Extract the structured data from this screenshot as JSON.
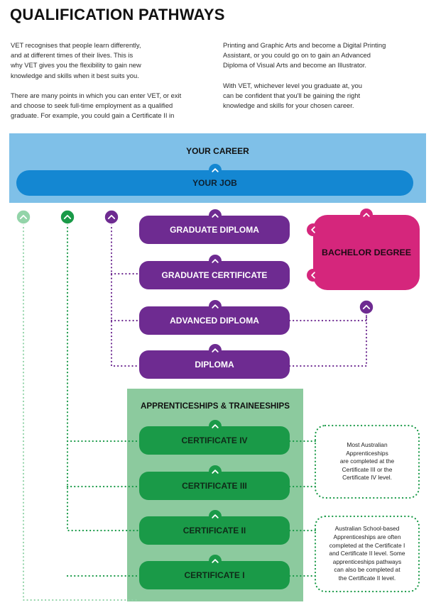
{
  "title": "QUALIFICATION PATHWAYS",
  "intro": {
    "left": [
      "VET recognises that people learn differently,",
      "and at different times of their lives. This is",
      "why VET gives you the flexibility to gain new",
      "knowledge and skills when it best suits you.",
      "",
      "There are many points in which you can enter VET, or exit",
      "and choose to seek full-time employment as a qualified",
      "graduate. For example, you could gain a Certificate II in"
    ],
    "right": [
      "Printing and Graphic Arts and become a Digital Printing",
      "Assistant, or you could go on to gain an Advanced",
      "Diploma of Visual Arts and become an Illustrator.",
      "",
      "With VET, whichever level you graduate at, you",
      "can be confident that you'll be gaining the right",
      "knowledge and skills for your chosen career."
    ]
  },
  "career": {
    "title": "YOUR CAREER",
    "job": "YOUR JOB"
  },
  "higher_ed": [
    "GRADUATE DIPLOMA",
    "GRADUATE CERTIFICATE",
    "ADVANCED DIPLOMA",
    "DIPLOMA"
  ],
  "bachelor": "BACHELOR DEGREE",
  "apprenticeships": {
    "title": "APPRENTICESHIPS & TRAINEESHIPS",
    "levels": [
      "CERTIFICATE IV",
      "CERTIFICATE III",
      "CERTIFICATE II",
      "CERTIFICATE I"
    ]
  },
  "notes": [
    [
      "Most Australian",
      "Apprenticeships",
      "are completed at the",
      "Certificate III or the",
      "Certificate IV level."
    ],
    [
      "Australian School-based",
      "Apprenticeships are often",
      "completed at the Certificate I",
      "and Certificate II level. Some",
      "apprenticeships pathways",
      "can also be completed at",
      "the Certificate II level."
    ]
  ],
  "colors": {
    "career_band": "#7fc0e8",
    "job": "#1487d2",
    "purple": "#6e2b91",
    "magenta": "#d5267c",
    "green": "#1a9a48",
    "light_green": "#8cca9e",
    "pale_green": "#93d4a9"
  },
  "icons": {
    "arrow": "chevron-up-icon",
    "side_arrow": "chevron-left-icon"
  }
}
